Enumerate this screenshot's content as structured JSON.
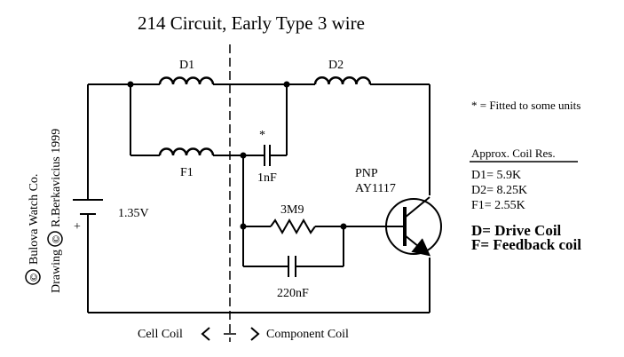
{
  "title": "214 Circuit, Early Type 3 wire",
  "coils": {
    "d1": "D1",
    "d2": "D2",
    "f1": "F1"
  },
  "capacitors": {
    "optional_marker": "*",
    "optional_value": "1nF",
    "timing_value": "220nF"
  },
  "resistor": "3M9",
  "transistor": {
    "type": "PNP",
    "part": "AY1117"
  },
  "battery": {
    "voltage": "1.35V",
    "polarity": "+"
  },
  "notes": {
    "fitted": "* = Fitted to some units",
    "coil_res_title": "Approx. Coil Res.",
    "coil_res": [
      "D1= 5.9K",
      "D2= 8.25K",
      "F1= 2.55K"
    ],
    "legend": [
      "D= Drive Coil",
      "F= Feedback coil"
    ]
  },
  "divider": {
    "left": "Cell Coil",
    "right": "Component Coil"
  },
  "credits": {
    "copyright_symbol": "©",
    "line1": "Bulova Watch Co.",
    "line2_prefix": "Drawing",
    "line2_name": "R.Berkavicius 1999"
  }
}
